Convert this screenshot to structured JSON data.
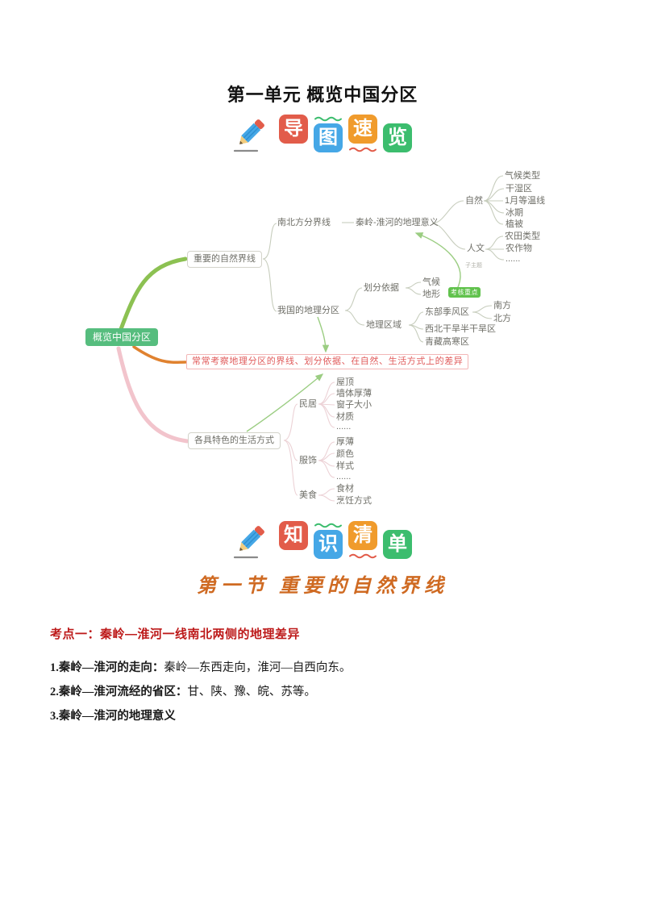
{
  "page": {
    "title": "第一单元 概览中国分区"
  },
  "banner1": {
    "name": "导图速览",
    "tiles": [
      {
        "char": "导",
        "color": "#e25c4a"
      },
      {
        "char": "图",
        "color": "#45a7e6"
      },
      {
        "char": "速",
        "color": "#f09b2c"
      },
      {
        "char": "览",
        "color": "#3cbd6e"
      }
    ]
  },
  "banner2": {
    "name": "知识清单",
    "tiles": [
      {
        "char": "知",
        "color": "#e25c4a"
      },
      {
        "char": "识",
        "color": "#45a7e6"
      },
      {
        "char": "清",
        "color": "#f09b2c"
      },
      {
        "char": "单",
        "color": "#3cbd6e"
      }
    ]
  },
  "section": {
    "title": "第一节 重要的自然界线"
  },
  "mindmap": {
    "root_label": "概览中国分区",
    "important_lines": "重要的自然界线",
    "ns_boundary": "南北方分界线",
    "qinling_meaning": "秦岭-淮河的地理意义",
    "natural": "自然",
    "climate_type": "气候类型",
    "dry_wet_zone": "干湿区",
    "jan_isotherm": "1月等温线",
    "ice_period": "冰期",
    "vegetation": "植被",
    "human": "人文",
    "farmland_type": "农田类型",
    "crops": "农作物",
    "ellipsis1": "......",
    "subtopic": "子主题",
    "geo_divisions": "我国的地理分区",
    "division_basis": "划分依据",
    "climate": "气候",
    "terrain": "地形",
    "exam_badge": "考核重点",
    "geo_regions": "地理区域",
    "east_monsoon": "东部季风区",
    "south": "南方",
    "north": "北方",
    "northwest_arid": "西北干旱半干旱区",
    "qingzang_alpine": "青藏高寒区",
    "exam_note": "常常考察地理分区的界线、划分依据、在自然、生活方式上的差异",
    "lifestyle": "各具特色的生活方式",
    "dwelling": "民居",
    "roof": "屋顶",
    "wall_thickness": "墙体厚薄",
    "window_size": "窗子大小",
    "material": "材质",
    "ellipsis2": "......",
    "clothing": "服饰",
    "thickness": "厚薄",
    "color": "颜色",
    "style": "样式",
    "ellipsis3": "......",
    "food": "美食",
    "ingredients": "食材",
    "cooking_method": "烹饪方式"
  },
  "content": {
    "keypoint_label": "考点一：",
    "keypoint_title": "秦岭—淮河一线南北两侧的地理差异",
    "items": [
      {
        "label": "1.秦岭—淮河的走向：",
        "text": "秦岭—东西走向，淮河—自西向东。"
      },
      {
        "label": "2.秦岭—淮河流经的省区：",
        "text": "甘、陕、豫、皖、苏等。"
      },
      {
        "label": "3.秦岭—淮河的地理意义",
        "text": ""
      }
    ]
  },
  "colors": {
    "root_node_green": "#56bd7e",
    "branch_green": "#8cc152",
    "branch_orange": "#e0822f",
    "branch_pink": "#f2c4cc",
    "connector_gray": "#c7cdbd",
    "connector_pink": "#ecd2d6",
    "arrow_green": "#9bcd82",
    "badge_green": "#61c24d",
    "note_red": "#e05b5b",
    "keypoint_red": "#bd1a1a",
    "section_title_orange": "#cf6a22"
  }
}
